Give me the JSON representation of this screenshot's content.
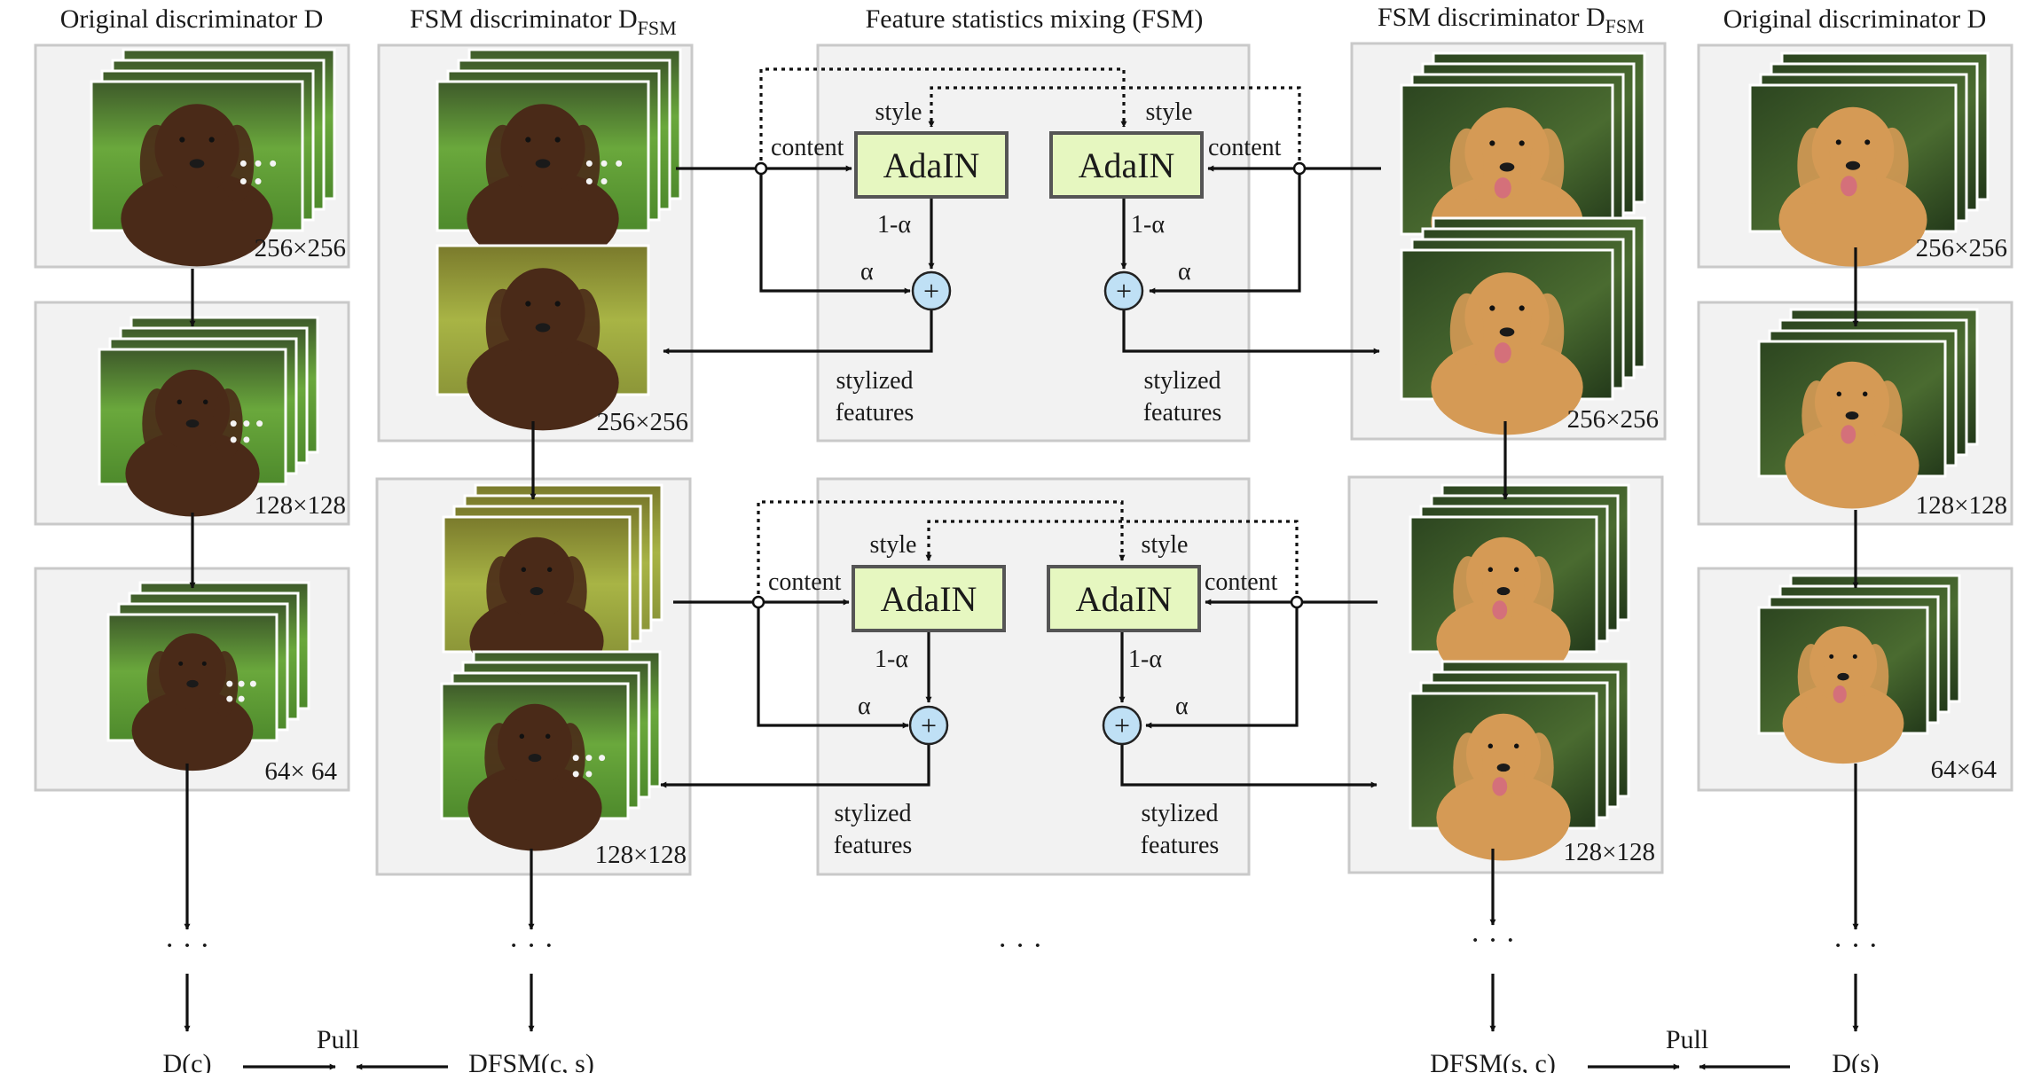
{
  "headers": {
    "orig_left": "Original discriminator D",
    "fsm_left_main": "FSM discriminator D",
    "fsm_left_sub": "FSM",
    "fsm_center": "Feature statistics mixing (FSM)",
    "fsm_right_main": "FSM discriminator D",
    "fsm_right_sub": "FSM",
    "orig_right": "Original discriminator D"
  },
  "inputs": {
    "content": "c",
    "style": "s"
  },
  "sizes": {
    "s256": "256×256",
    "s128": "128×128",
    "s64_left": "64× 64",
    "s64_right": "64×64"
  },
  "fsm": {
    "adain": "AdaIN",
    "style": "style",
    "content": "content",
    "one_minus_alpha": "1-α",
    "alpha": "α",
    "plus": "+",
    "stylized": "stylized",
    "features": "features"
  },
  "ellipsis": "· · ·",
  "outputs": {
    "pull": "Pull",
    "d_c": "D(c)",
    "d_s": "D(s)",
    "dfsm_cs": "DFSM(c, s)",
    "dfsm_sc": "DFSM(s, c)"
  },
  "colors": {
    "adain_fill": "#e6f7c0",
    "plus_fill": "#bfe0f5",
    "panel_fill": "#f2f2f2",
    "brown_dog": "#4a2a18",
    "golden_dog": "#d59a55",
    "grass_green": "#6aa83c",
    "dark_green": "#2f4a22"
  }
}
